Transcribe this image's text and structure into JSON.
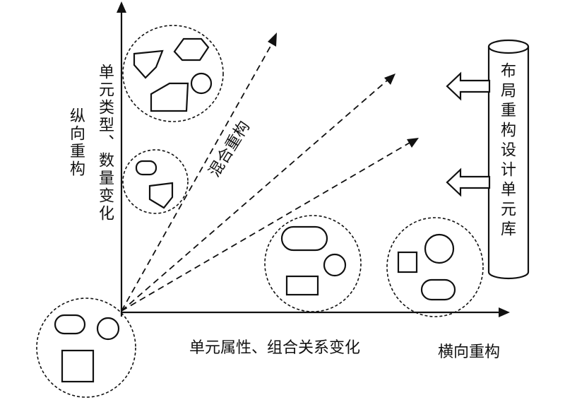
{
  "labels": {
    "vertical_axis": "纵向重构",
    "vertical_axis_desc": "单元类型、数量变化",
    "horizontal_axis": "横向重构",
    "horizontal_axis_desc": "单元属性、组合关系变化",
    "mixed": "混合重构",
    "library": "布局重构设计单元库"
  },
  "colors": {
    "ink": "#111111",
    "background": "#ffffff"
  }
}
